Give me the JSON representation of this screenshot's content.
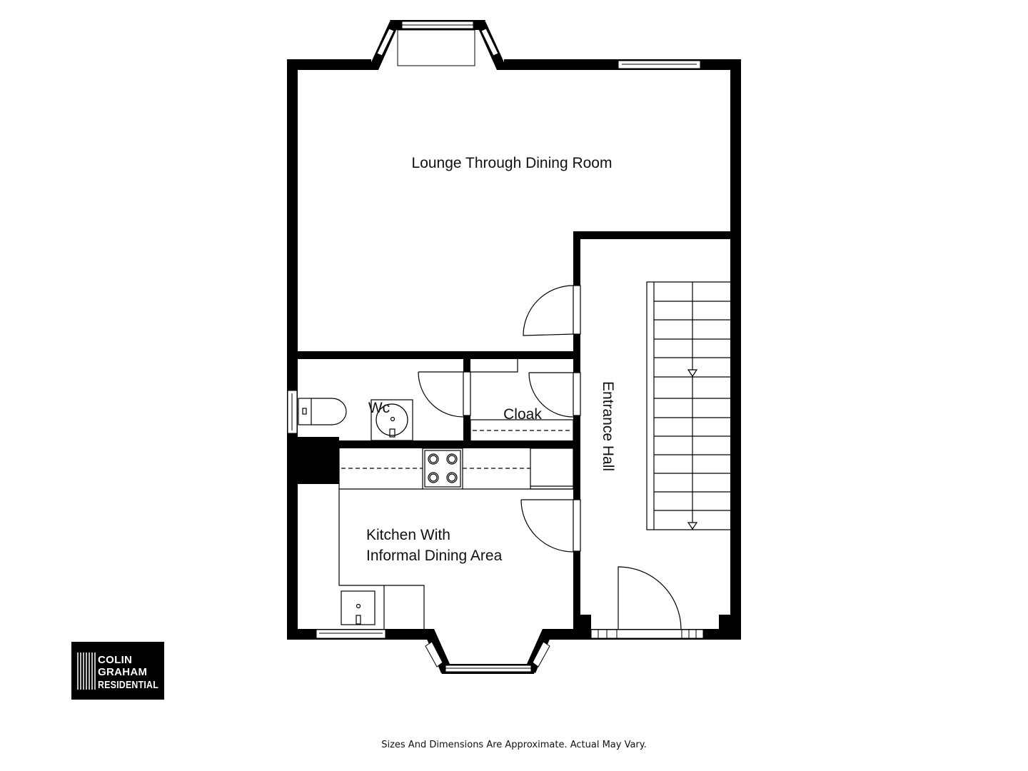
{
  "rooms": {
    "lounge": "Lounge Through Dining Room",
    "wc": "Wc",
    "cloak": "Cloak",
    "hall": "Entrance Hall",
    "kitchen_line1": "Kitchen With",
    "kitchen_line2": "Informal Dining Area"
  },
  "logo": {
    "line1": "COLIN",
    "line2": "GRAHAM",
    "line3": "RESIDENTIAL"
  },
  "footer": {
    "disclaimer": "Sizes And Dimensions Are Approximate. Actual May Vary."
  },
  "colors": {
    "wall": "#000000",
    "background": "#ffffff",
    "logo_bg": "#000000",
    "logo_text": "#ffffff"
  }
}
